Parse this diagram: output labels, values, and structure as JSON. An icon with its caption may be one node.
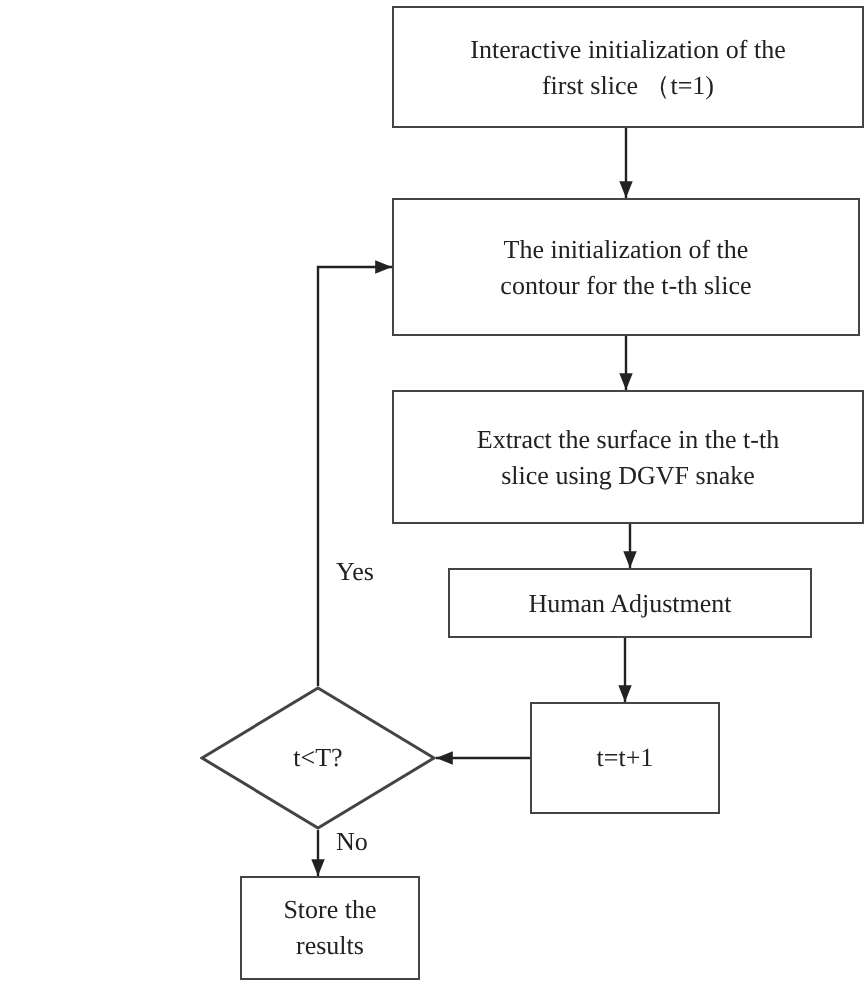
{
  "diagram": {
    "nodes": [
      {
        "text": [
          "Interactive initialization of the first slice （t=1)"
        ]
      },
      {
        "text": [
          "The initialization of the contour for the t-th slice"
        ]
      },
      {
        "text": [
          "Extract the surface in the t-th slice using DGVF snake"
        ]
      },
      {
        "text": [
          "Human Adjustment"
        ]
      },
      {
        "text": [
          "t=t+1"
        ]
      },
      {
        "text": [
          "t<T?"
        ]
      },
      {
        "text": [
          "Store the results"
        ]
      }
    ],
    "edges": [
      {
        "from": 0,
        "to": 1,
        "arrow": "to"
      },
      {
        "from": 1,
        "to": 2,
        "arrow": "to"
      },
      {
        "from": 2,
        "to": 3,
        "arrow": "to"
      },
      {
        "from": 3,
        "to": 4,
        "arrow": "to"
      },
      {
        "from": 4,
        "to": 5,
        "arrow": "to"
      },
      {
        "from": 5,
        "to": 1,
        "arrow": "to",
        "label": "Yes"
      },
      {
        "from": 5,
        "to": 6,
        "arrow": "to",
        "label": "No"
      }
    ]
  }
}
